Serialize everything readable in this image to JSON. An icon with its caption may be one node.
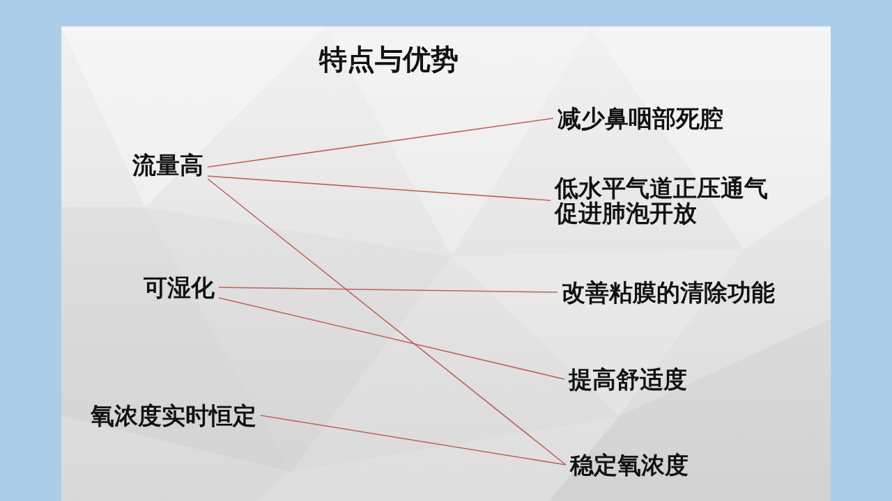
{
  "diagram": {
    "title": "特点与优势",
    "nodes": [
      {
        "text": [
          "流量高"
        ]
      },
      {
        "text": [
          "可湿化"
        ]
      },
      {
        "text": [
          "氧浓度实时恒定"
        ]
      },
      {
        "text": [
          "减少鼻咽部死腔"
        ]
      },
      {
        "text": [
          "低水平气道正压通气促进肺泡开放"
        ]
      },
      {
        "text": [
          "改善粘膜的清除功能"
        ]
      },
      {
        "text": [
          "提高舒适度"
        ]
      },
      {
        "text": [
          "稳定氧浓度"
        ]
      }
    ],
    "edges": [
      {
        "from": 0,
        "to": 3,
        "arrow": "none"
      },
      {
        "from": 0,
        "to": 4,
        "arrow": "none"
      },
      {
        "from": 0,
        "to": 7,
        "arrow": "none"
      },
      {
        "from": 1,
        "to": 5,
        "arrow": "none"
      },
      {
        "from": 1,
        "to": 6,
        "arrow": "none"
      },
      {
        "from": 2,
        "to": 7,
        "arrow": "none"
      }
    ]
  }
}
